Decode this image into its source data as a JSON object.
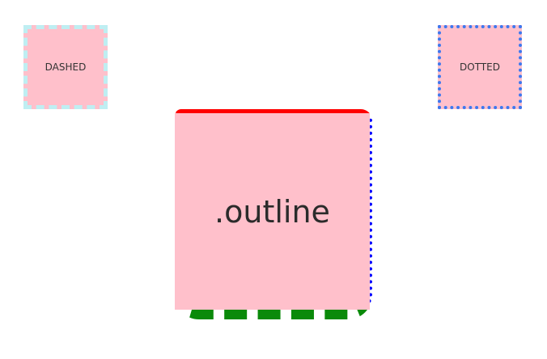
{
  "boxes": {
    "dashed_label": "DASHED",
    "dotted_label": "DOTTED",
    "outline_label": ".outline"
  },
  "colors": {
    "fill": "#ffc0cb",
    "dashed_border": "#bfeef2",
    "dotted_border": "#3c78f0",
    "outline_top": "#ff0000",
    "outline_right": "#0000ff",
    "outline_bottom": "#0a8a0a"
  }
}
